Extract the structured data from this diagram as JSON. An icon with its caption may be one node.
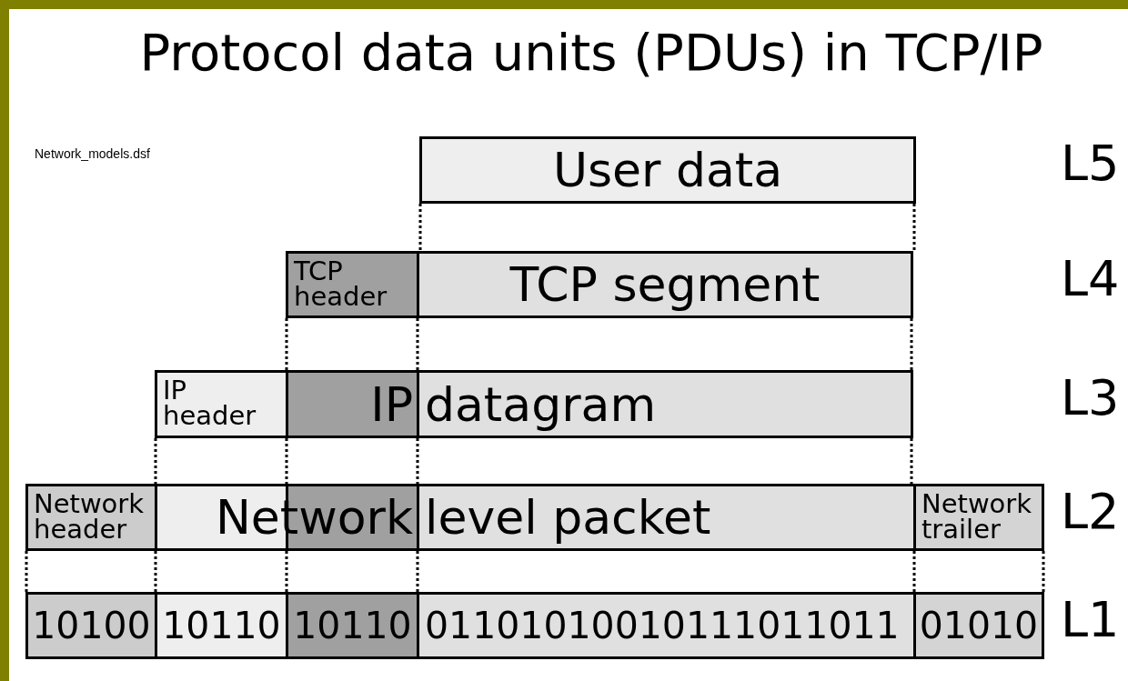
{
  "diagram": {
    "title": "Protocol data units (PDUs) in TCP/IP",
    "nodes": [
      {
        "text": [
          "User data"
        ]
      },
      {
        "text": [
          "TCP header"
        ]
      },
      {
        "text": [
          "TCP segment"
        ]
      },
      {
        "text": [
          "IP header"
        ]
      },
      {
        "text": [
          "IP"
        ]
      },
      {
        "text": [
          "datagram"
        ]
      },
      {
        "text": [
          "Network header"
        ]
      },
      {
        "text": [
          "Network"
        ]
      },
      {
        "text": [
          "level packet"
        ]
      },
      {
        "text": [
          "Network trailer"
        ]
      },
      {
        "text": [
          "10100"
        ]
      },
      {
        "text": [
          "10110"
        ]
      },
      {
        "text": [
          "10110"
        ]
      },
      {
        "text": [
          "01101010010111011011"
        ]
      },
      {
        "text": [
          "01010"
        ]
      }
    ],
    "edges": [
      {
        "from": 0,
        "to": 2,
        "arrow": "none",
        "style": "dashed"
      },
      {
        "from": 0,
        "to": 2,
        "arrow": "none",
        "style": "dashed"
      },
      {
        "from": 1,
        "to": 4,
        "arrow": "none",
        "style": "dashed"
      },
      {
        "from": 2,
        "to": 5,
        "arrow": "none",
        "style": "dashed"
      },
      {
        "from": 2,
        "to": 5,
        "arrow": "none",
        "style": "dashed"
      },
      {
        "from": 3,
        "to": 7,
        "arrow": "none",
        "style": "dashed"
      },
      {
        "from": 4,
        "to": 7,
        "arrow": "none",
        "style": "dashed"
      },
      {
        "from": 5,
        "to": 8,
        "arrow": "none",
        "style": "dashed"
      },
      {
        "from": 5,
        "to": 8,
        "arrow": "none",
        "style": "dashed"
      },
      {
        "from": 6,
        "to": 10,
        "arrow": "none",
        "style": "dashed"
      },
      {
        "from": 7,
        "to": 11,
        "arrow": "none",
        "style": "dashed"
      },
      {
        "from": 7,
        "to": 12,
        "arrow": "none",
        "style": "dashed"
      },
      {
        "from": 8,
        "to": 13,
        "arrow": "none",
        "style": "dashed"
      },
      {
        "from": 9,
        "to": 14,
        "arrow": "none",
        "style": "dashed"
      },
      {
        "from": 9,
        "to": 14,
        "arrow": "none",
        "style": "dashed"
      }
    ],
    "labels": [
      "Network_models.dsf",
      "L5",
      "L4",
      "L3",
      "L2",
      "L1"
    ]
  }
}
